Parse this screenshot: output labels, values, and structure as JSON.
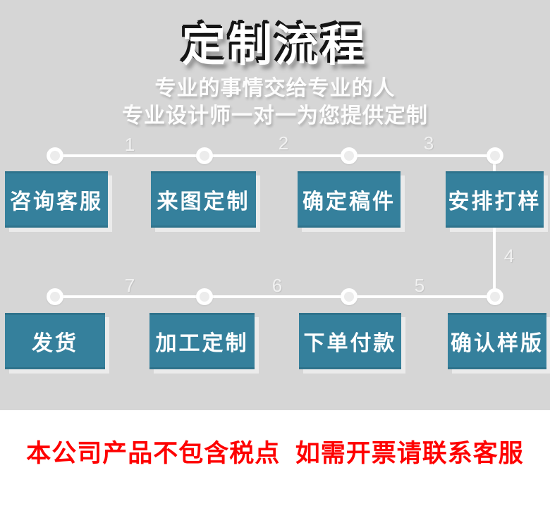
{
  "header": {
    "title": "定制流程",
    "subtitle_line1": "专业的事情交给专业的人",
    "subtitle_line2": "专业设计师一对一为您提供定制"
  },
  "flow": {
    "top_row_boxes": [
      "咨询客服",
      "来图定制",
      "确定稿件",
      "安排打样"
    ],
    "bottom_row_boxes": [
      "发货",
      "加工定制",
      "下单付款",
      "确认样版"
    ],
    "step_numbers": [
      "1",
      "2",
      "3",
      "4",
      "5",
      "6",
      "7"
    ]
  },
  "footer": {
    "notice": "本公司产品不包含税点  如需开票请联系客服"
  },
  "colors": {
    "background_gray": "#d6d6d6",
    "box_teal": "#35809c",
    "notice_red": "#fe0000"
  }
}
